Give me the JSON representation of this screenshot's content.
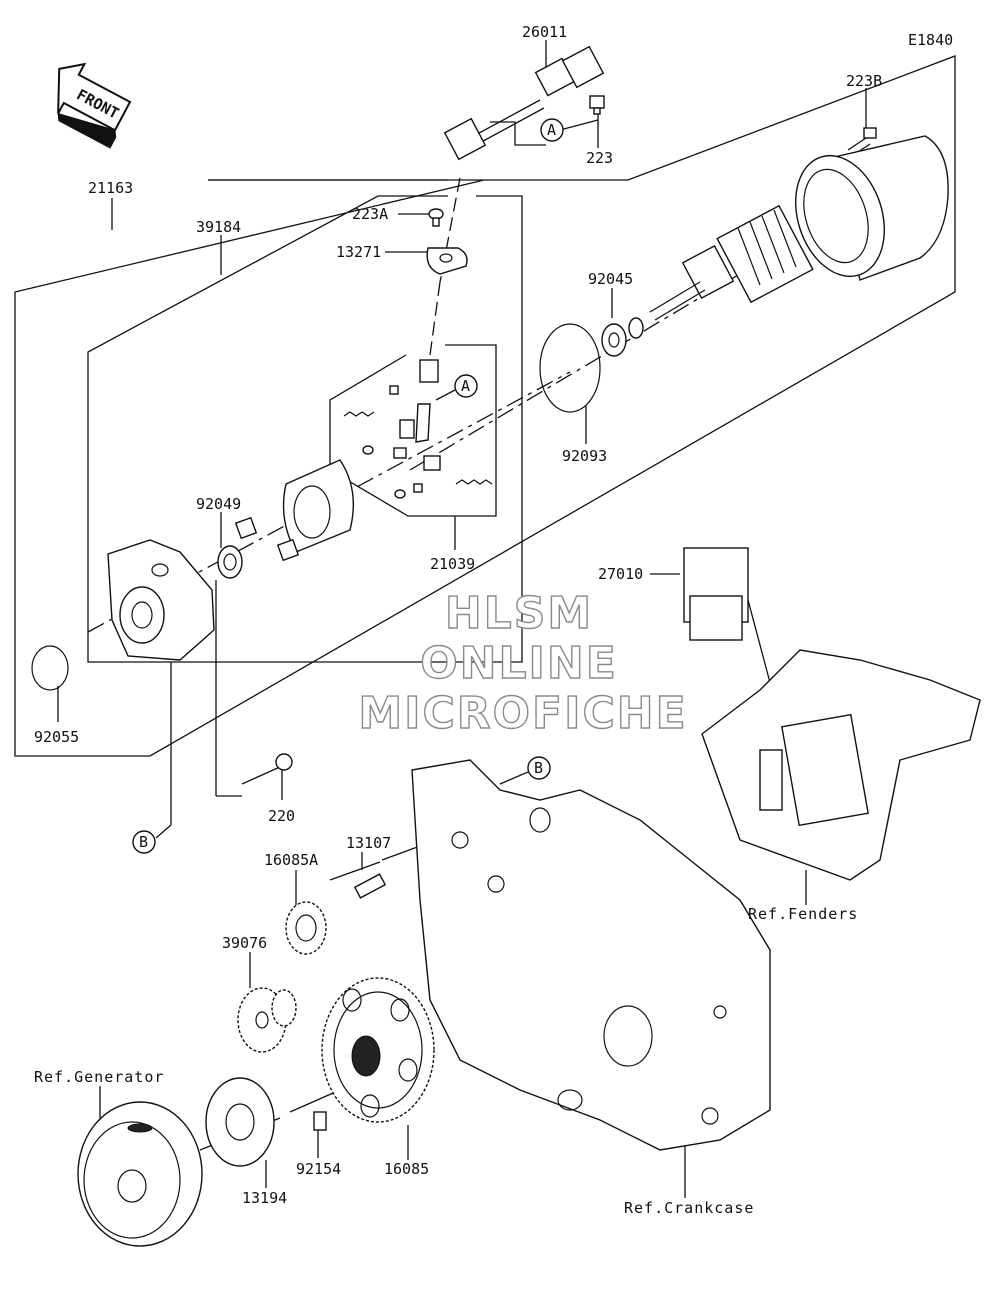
{
  "diagram_code": "E1840",
  "front_label": "FRONT",
  "watermark": [
    "HLSM",
    "ONLINE",
    "MICROFICHE"
  ],
  "part_labels": {
    "p26011": "26011",
    "p223": "223",
    "p223B": "223B",
    "p21163": "21163",
    "p39184": "39184",
    "p223A": "223A",
    "p13271": "13271",
    "p92045": "92045",
    "p92093": "92093",
    "p92049": "92049",
    "p21039": "21039",
    "p27010": "27010",
    "p92055": "92055",
    "p220": "220",
    "p13107": "13107",
    "p16085A": "16085A",
    "p39076": "39076",
    "p16085": "16085",
    "p92154": "92154",
    "p13194": "13194"
  },
  "callouts": {
    "a_top": "A",
    "a_mid": "A",
    "b_right": "B",
    "b_left": "B"
  },
  "references": {
    "fenders": "Ref.Fenders",
    "generator": "Ref.Generator",
    "crankcase": "Ref.Crankcase"
  }
}
